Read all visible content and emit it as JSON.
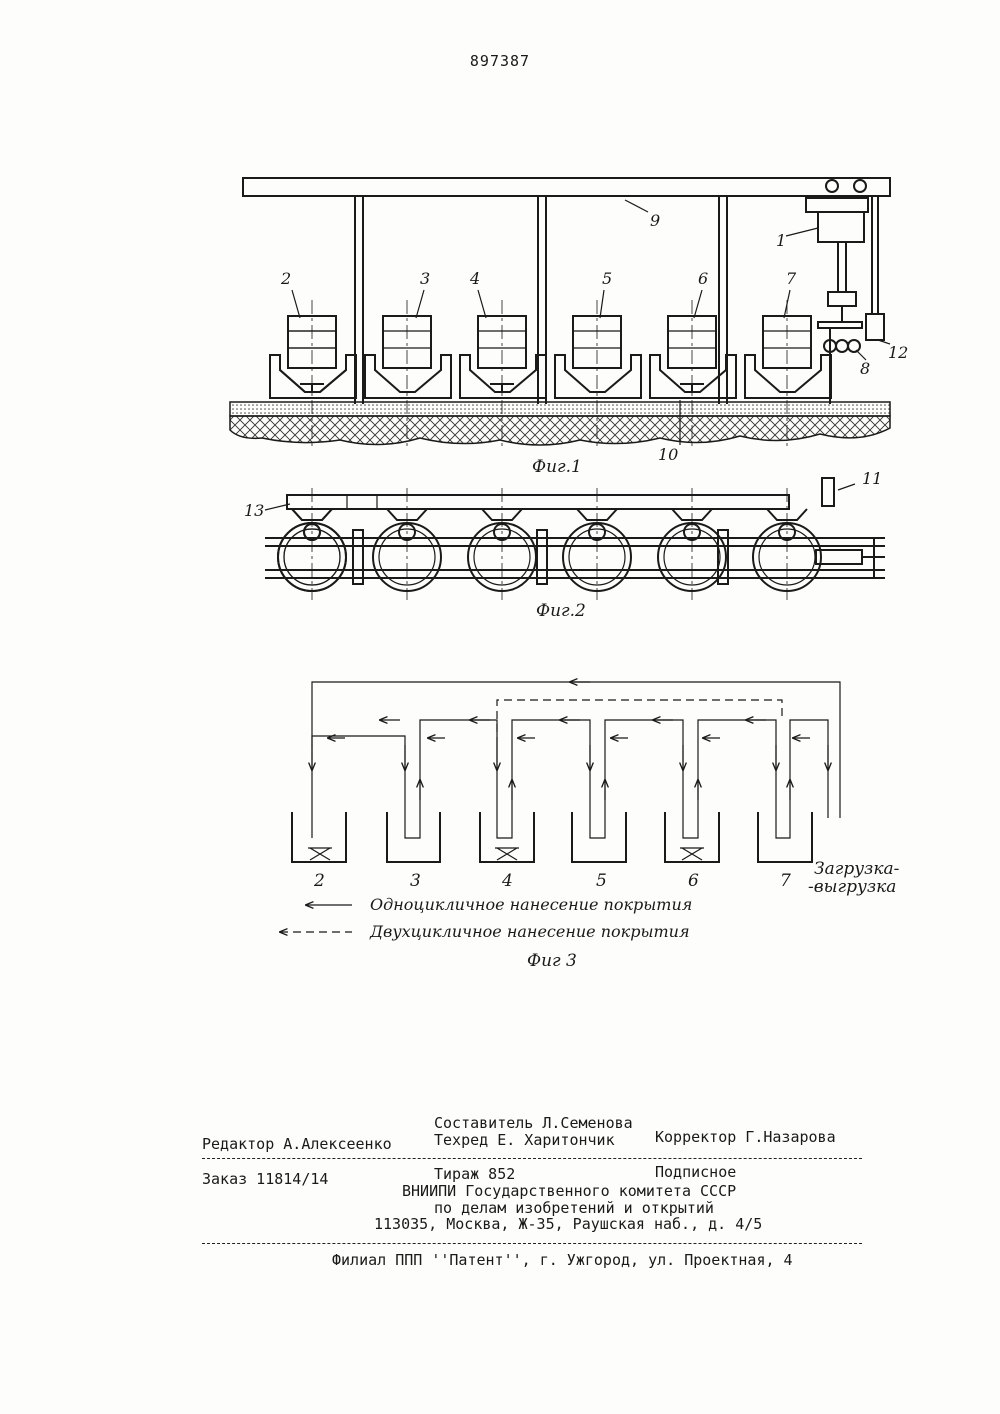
{
  "page_number": "897387",
  "fig1": {
    "caption": "Фиг.1",
    "bath_labels": [
      "2",
      "3",
      "4",
      "5",
      "6",
      "7"
    ],
    "callouts": [
      "9",
      "1",
      "12",
      "8",
      "10"
    ]
  },
  "fig2": {
    "caption": "Фиг.2",
    "callouts": [
      "13",
      "11"
    ]
  },
  "fig3": {
    "caption": "Фиг 3",
    "bath_labels": [
      "2",
      "3",
      "4",
      "5",
      "6",
      "7"
    ],
    "load_unload_line1": "Загрузка-",
    "load_unload_line2": "-выгрузка",
    "legend": [
      {
        "style": "solid",
        "label": "Одноцикличное нанесение покрытия"
      },
      {
        "style": "dashed",
        "label": "Двухцикличное нанесение покрытия"
      }
    ]
  },
  "imprint": {
    "compiler": "Составитель Л.Семенова",
    "editor": "Редактор А.Алексеенко",
    "techred": "Техред Е. Харитончик",
    "corrector": "Корректор Г.Назарова",
    "order": "Заказ 11814/14",
    "circulation": "Тираж 852",
    "subscription": "Подписное",
    "org_line1": "ВНИИПИ Государственного комитета СССР",
    "org_line2": "по делам изобретений и открытий",
    "org_line3": "113035, Москва, Ж-35, Раушская наб., д. 4/5",
    "branch": "Филиал ППП ''Патент'', г. Ужгород, ул. Проектная, 4"
  }
}
